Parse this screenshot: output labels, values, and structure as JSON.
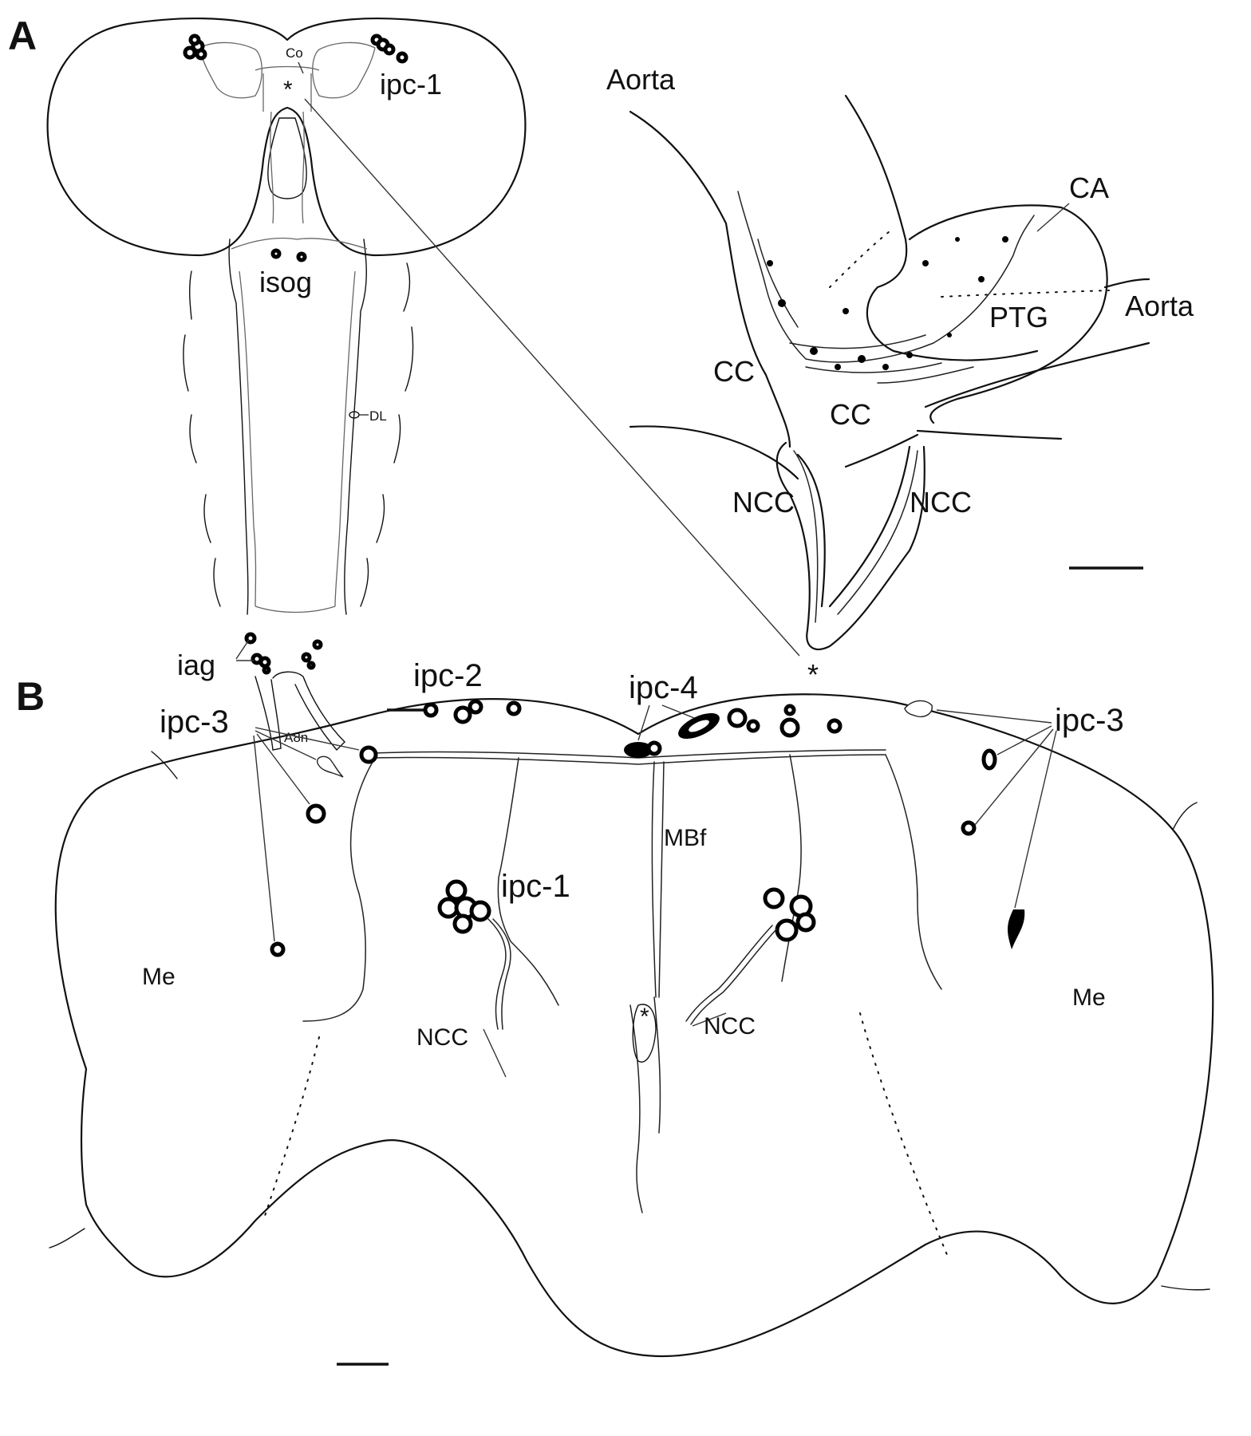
{
  "figure": {
    "panels": [
      {
        "id": "A",
        "letter": "A",
        "labels": {
          "co": "Co",
          "ipc1": "ipc-1",
          "asterisk_brain": "*",
          "isog": "isog",
          "dl": "DL",
          "iag": "iag",
          "a8n": "A8n",
          "aorta_top": "Aorta",
          "aorta_right": "Aorta",
          "ca": "CA",
          "ptg": "PTG",
          "cc_left": "CC",
          "cc_inner": "CC",
          "ncc_left": "NCC",
          "ncc_right": "NCC",
          "asterisk_retro": "*"
        },
        "scale_bars": 2
      },
      {
        "id": "B",
        "letter": "B",
        "labels": {
          "ipc2": "ipc-2",
          "ipc4": "ipc-4",
          "ipc3_left": "ipc-3",
          "ipc3_right": "ipc-3",
          "mbf": "MBf",
          "ipc1": "ipc-1",
          "me_left": "Me",
          "me_right": "Me",
          "ncc_left": "NCC",
          "ncc_right": "NCC",
          "asterisk": "*"
        },
        "scale_bars": 1
      }
    ],
    "colors": {
      "ink": "#111111",
      "background": "#ffffff"
    }
  }
}
